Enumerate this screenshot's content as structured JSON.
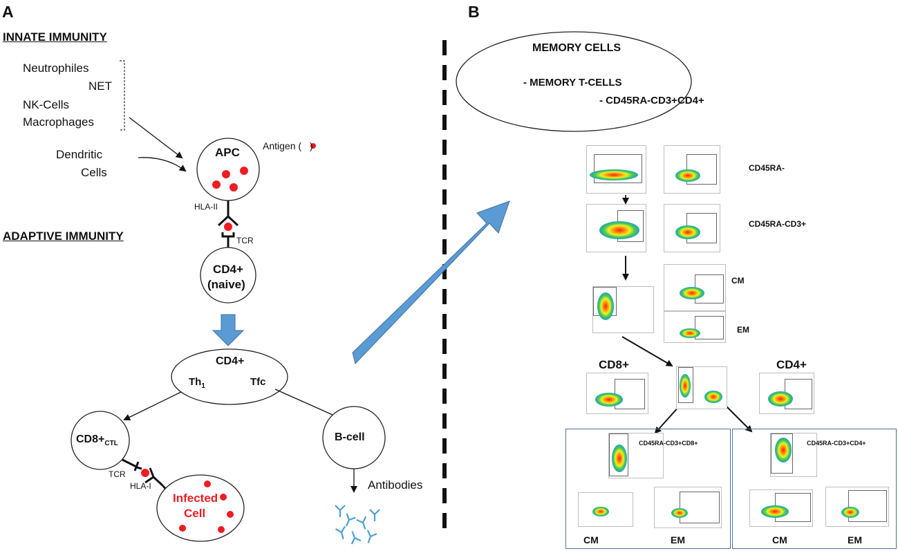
{
  "panel_a": {
    "letter": "A",
    "innate_header": "INNATE IMMUNITY",
    "innate_cells": [
      "Neutrophiles",
      "NET",
      "NK-Cells",
      "Macrophages"
    ],
    "dendritic": [
      "Dendritic",
      "Cells"
    ],
    "apc": "APC",
    "antigen_label": "Antigen (",
    "antigen_close": ")",
    "hla2": "HLA-II",
    "tcr_top": "TCR",
    "adaptive_header": "ADAPTIVE IMMUNITY",
    "cd4_naive_1": "CD4+",
    "cd4_naive_2": "(naive)",
    "cd4_main": "CD4+",
    "th1": "Th",
    "th1_sub": "1",
    "tfc": "Tfc",
    "cd8": "CD8+",
    "cd8_sub": "CTL",
    "bcell": "B-cell",
    "tcr_bottom": "TCR",
    "hla1": "HLA-I",
    "infected_1": "Infected",
    "infected_2": "Cell",
    "antibodies": "Antibodies"
  },
  "panel_b": {
    "letter": "B",
    "memory_title": "MEMORY CELLS",
    "memory_t": "- MEMORY T-CELLS",
    "memory_marker": "- CD45RA-CD3+CD4+",
    "label_cd45ra": "CD45RA-",
    "label_cd45ra_cd3": "CD45RA-CD3+",
    "label_cm": "CM",
    "label_em": "EM",
    "label_cd8": "CD8+",
    "label_cd4": "CD4+",
    "box_left_title": "CD45RA-CD3+CD8+",
    "box_right_title": "CD45RA-CD3+CD4+",
    "box_left_cm": "CM",
    "box_left_em": "EM",
    "box_right_cm": "CM",
    "box_right_em": "EM"
  },
  "colors": {
    "antigen": "#ee1c24",
    "infected_text": "#ee1c24",
    "blue_arrow": "#5b9bd5",
    "antibody": "#4a9fd8",
    "box_border": "#4d6f94"
  }
}
